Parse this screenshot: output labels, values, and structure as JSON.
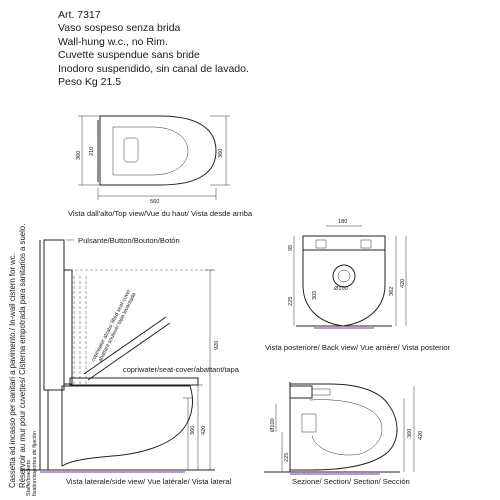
{
  "header": {
    "art": "Art. 7317",
    "line_it": "Vaso sospeso senza brida",
    "line_en": "Wall-hung w.c., no Rim.",
    "line_fr": "Cuvette suspendue sans bride",
    "line_es": "Inodoro suspendido, sin canal de lavado.",
    "weight": "Peso Kg 21.5"
  },
  "side_label": {
    "line1": "Cassetta ad incasso per sanitari a pavimento./ In-wall cistern for wc.",
    "line2": "Réservoir au mur pour cuvettes/ Cisterna empotrada para sanitarios a suelo."
  },
  "stuffe_label": {
    "line1": "Staffe/brackets",
    "line2": "fixation/soportes de fijación"
  },
  "captions": {
    "top_view": "Vista dall'alto/Top view/Vue du haut/ Vista desde arriba",
    "back_view": "Vista posteriore/ Back view/ Vue arrière/ Vista posterior",
    "side_view": "Vista laterale/side view/ Vue latérale/ Vista lateral",
    "section": "Sezione/ Section/ Section/ Sección",
    "button": "Pulsante/Button/Bouton/Botón",
    "seat_cover": "copriwater/seat-cover/abattant/tapa",
    "lifted_cover_1": "copriwater alzato/ lifted seat-cover",
    "lifted_cover_2": "abattant soulevé/ tapa levantada"
  },
  "dims": {
    "top_width": "360",
    "top_height": "560",
    "top_inner": "210",
    "top_left": "360",
    "back_width": "180",
    "back_top": "95",
    "back_total": "420",
    "back_mid": "362",
    "back_lower": "305",
    "back_bottom": "225",
    "back_dia": "Ø100",
    "side_height": "920",
    "side_bowl": "360",
    "side_total": "420",
    "sec_dia": "Ø100",
    "sec_bowl": "360",
    "sec_total": "420",
    "sec_bottom": "225"
  }
}
